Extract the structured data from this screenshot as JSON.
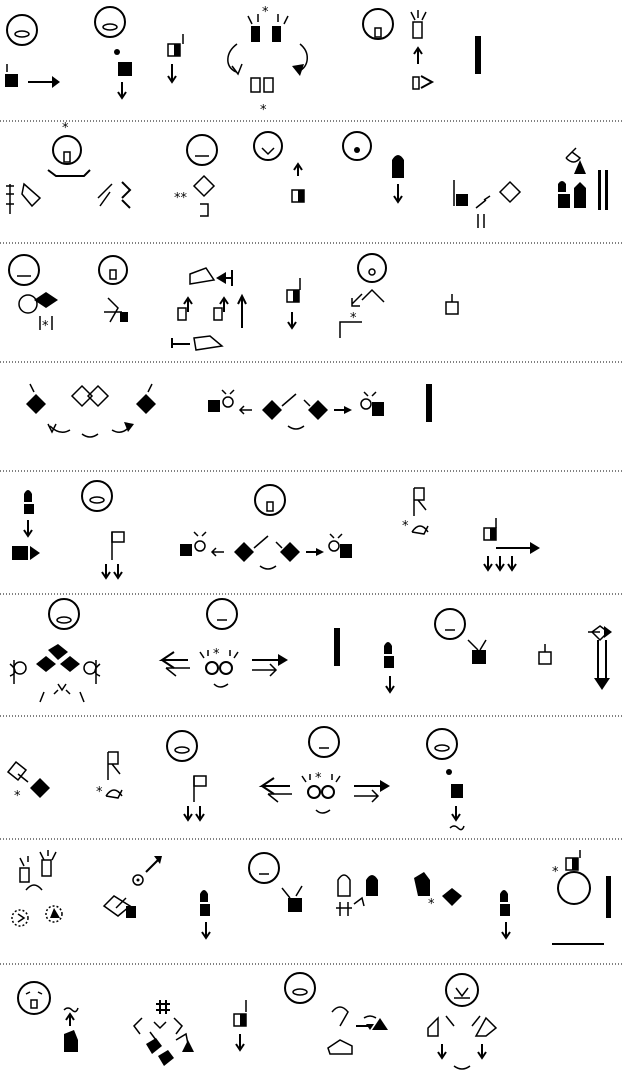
{
  "document": {
    "kind": "SignWriting transcription sheet",
    "rows": [
      {
        "id": "row-1",
        "signs": 7
      },
      {
        "id": "row-2",
        "signs": 8
      },
      {
        "id": "row-3",
        "signs": 6
      },
      {
        "id": "row-4",
        "signs": 3
      },
      {
        "id": "row-5",
        "signs": 5
      },
      {
        "id": "row-6",
        "signs": 7
      },
      {
        "id": "row-7",
        "signs": 5
      },
      {
        "id": "row-8",
        "signs": 8
      },
      {
        "id": "row-9",
        "signs": 5
      }
    ]
  },
  "colors": {
    "ink": "#000000",
    "background": "#ffffff"
  }
}
